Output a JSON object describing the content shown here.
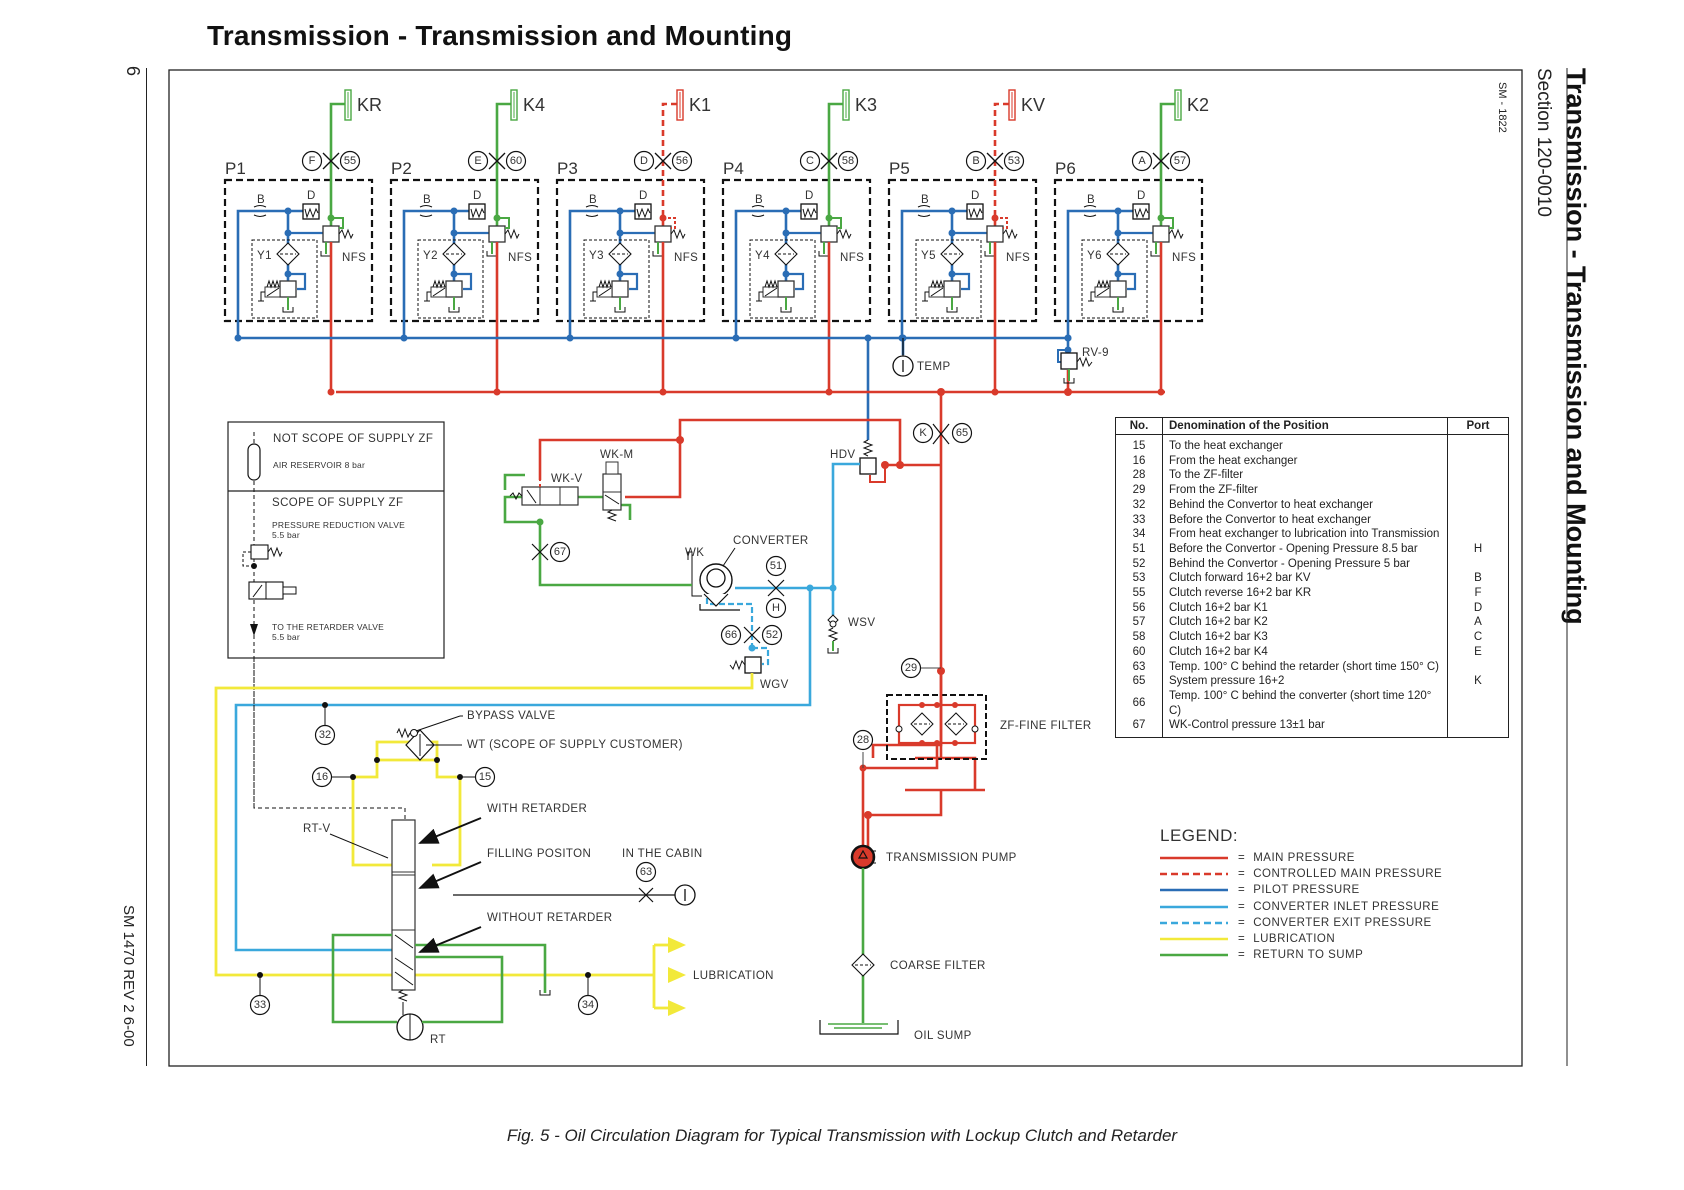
{
  "page": {
    "title": "Transmission  -  Transmission  and  Mounting",
    "side_title": "Transmission - Transmission and Mounting",
    "section": "Section 120-0010",
    "page_number": "6",
    "revision": "SM 1470 REV 2 6-00",
    "drawing_code": "SM - 1822",
    "caption": "Fig. 5 - Oil Circulation Diagram for Typical Transmission with Lockup Clutch and Retarder"
  },
  "colors": {
    "main_pressure": "#d93a2b",
    "controlled_main_pressure": "#d93a2b",
    "pilot_pressure": "#2a6db5",
    "converter_inlet_pressure": "#3aa8dc",
    "converter_exit_pressure": "#3aa8dc",
    "lubrication": "#f2e93a",
    "return_to_sump": "#4aa843"
  },
  "clutches": [
    {
      "label": "KR",
      "port": "F",
      "measure": "55",
      "valve": "P1",
      "solenoid": "Y1",
      "line": "return"
    },
    {
      "label": "K4",
      "port": "E",
      "measure": "60",
      "valve": "P2",
      "solenoid": "Y2",
      "line": "return"
    },
    {
      "label": "K1",
      "port": "D",
      "measure": "56",
      "valve": "P3",
      "solenoid": "Y3",
      "line": "controlled"
    },
    {
      "label": "K3",
      "port": "C",
      "measure": "58",
      "valve": "P4",
      "solenoid": "Y4",
      "line": "return"
    },
    {
      "label": "KV",
      "port": "B",
      "measure": "53",
      "valve": "P5",
      "solenoid": "Y5",
      "line": "controlled"
    },
    {
      "label": "K2",
      "port": "A",
      "measure": "57",
      "valve": "P6",
      "solenoid": "Y6",
      "line": "return"
    }
  ],
  "valve_block_labels": {
    "orifice": "B",
    "damper": "D",
    "follow_on_valve": "NFS"
  },
  "components": {
    "temp": "TEMP",
    "rv9": "RV-9",
    "hdv": "HDV",
    "wkm": "WK-M",
    "wkv": "WK-V",
    "wk": "WK",
    "converter": "CONVERTER",
    "wsv": "WSV",
    "wgv": "WGV",
    "zf_fine_filter": "ZF-FINE FILTER",
    "transmission_pump": "TRANSMISSION PUMP",
    "coarse_filter": "COARSE FILTER",
    "oil_sump": "OIL SUMP",
    "bypass_valve": "BYPASS VALVE",
    "wt": "WT (SCOPE OF SUPPLY CUSTOMER)",
    "with_retarder": "WITH RETARDER",
    "filling_position": "FILLING POSITON",
    "without_retarder": "WITHOUT RETARDER",
    "in_the_cabin": "IN THE CABIN",
    "rtv": "RT-V",
    "rt": "RT",
    "lubrication": "LUBRICATION"
  },
  "measure_points": {
    "k": "K",
    "p65": "65",
    "p67": "67",
    "p51": "51",
    "h": "H",
    "p66": "66",
    "p52": "52",
    "p29": "29",
    "p28": "28",
    "p32": "32",
    "p16": "16",
    "p15": "15",
    "p63": "63",
    "p33": "33",
    "p34": "34"
  },
  "supply_box": {
    "not_scope": "NOT SCOPE OF SUPPLY ZF",
    "air_reservoir": "AIR RESERVOIR 8 bar",
    "scope": "SCOPE OF SUPPLY ZF",
    "pressure_reduction": "PRESSURE REDUCTION VALVE",
    "pressure_reduction_value": "5.5 bar",
    "to_retarder": "TO THE RETARDER VALVE",
    "to_retarder_value": "5.5 bar"
  },
  "table": {
    "headers": {
      "no": "No.",
      "denomination": "Denomination of the Position",
      "port": "Port"
    },
    "rows": [
      {
        "no": "15",
        "text": "To the heat exchanger",
        "port": ""
      },
      {
        "no": "16",
        "text": "From the heat exchanger",
        "port": ""
      },
      {
        "no": "28",
        "text": "To the ZF-filter",
        "port": ""
      },
      {
        "no": "29",
        "text": "From the ZF-filter",
        "port": ""
      },
      {
        "no": "32",
        "text": "Behind the Convertor to heat exchanger",
        "port": ""
      },
      {
        "no": "33",
        "text": "Before the Convertor to heat exchanger",
        "port": ""
      },
      {
        "no": "34",
        "text": "From heat exchanger to lubrication into Transmission",
        "port": ""
      },
      {
        "no": "51",
        "text": "Before the Convertor - Opening Pressure 8.5 bar",
        "port": "H"
      },
      {
        "no": "52",
        "text": "Behind the Convertor - Opening Pressure 5 bar",
        "port": ""
      },
      {
        "no": "53",
        "text": "Clutch forward 16+2 bar KV",
        "port": "B"
      },
      {
        "no": "55",
        "text": "Clutch reverse 16+2 bar KR",
        "port": "F"
      },
      {
        "no": "56",
        "text": "Clutch 16+2 bar K1",
        "port": "D"
      },
      {
        "no": "57",
        "text": "Clutch 16+2 bar K2",
        "port": "A"
      },
      {
        "no": "58",
        "text": "Clutch 16+2 bar K3",
        "port": "C"
      },
      {
        "no": "60",
        "text": "Clutch 16+2 bar K4",
        "port": "E"
      },
      {
        "no": "63",
        "text": "Temp. 100° C behind the retarder (short time 150° C)",
        "port": ""
      },
      {
        "no": "65",
        "text": "System pressure 16+2",
        "port": "K"
      },
      {
        "no": "66",
        "text": "Temp. 100° C behind the converter (short time 120° C)",
        "port": ""
      },
      {
        "no": "67",
        "text": "WK-Control pressure 13±1 bar",
        "port": ""
      }
    ]
  },
  "legend": {
    "title": "LEGEND:",
    "equals": "=",
    "items": [
      {
        "label": "MAIN PRESSURE",
        "color": "#d93a2b",
        "dashed": false
      },
      {
        "label": "CONTROLLED MAIN PRESSURE",
        "color": "#d93a2b",
        "dashed": true
      },
      {
        "label": "PILOT PRESSURE",
        "color": "#2a6db5",
        "dashed": false
      },
      {
        "label": "CONVERTER INLET PRESSURE",
        "color": "#3aa8dc",
        "dashed": false
      },
      {
        "label": "CONVERTER EXIT PRESSURE",
        "color": "#3aa8dc",
        "dashed": true
      },
      {
        "label": "LUBRICATION",
        "color": "#f2e93a",
        "dashed": false
      },
      {
        "label": "RETURN TO SUMP",
        "color": "#4aa843",
        "dashed": false
      }
    ]
  }
}
